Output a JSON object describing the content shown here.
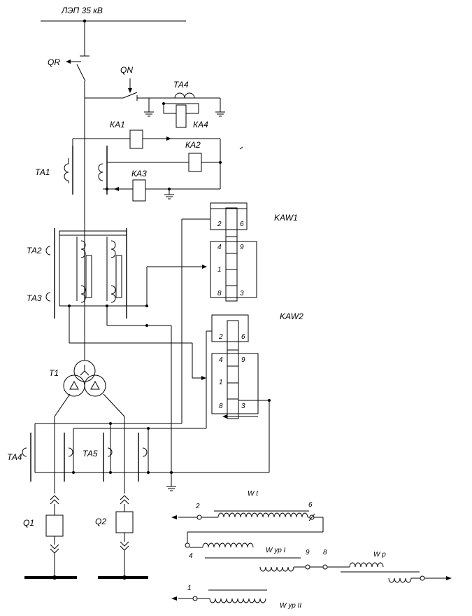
{
  "labels": {
    "line": "ЛЭП 35 кВ",
    "qr": "QR",
    "qn": "QN",
    "ta4_top": "ТА4",
    "ka4": "КА4",
    "ka1": "КА1",
    "ka2": "КА2",
    "ka3": "КА3",
    "ta1": "ТА1",
    "ta2": "ТА2",
    "ta3": "ТА3",
    "kaw1": "KAW1",
    "kaw2": "KAW2",
    "t1": "Т1",
    "ta4_bottom": "ТА4",
    "ta5": "ТА5",
    "q1": "Q1",
    "q2": "Q2"
  },
  "kaw1_pins": {
    "p2": "2",
    "p6": "6",
    "p4": "4",
    "p9": "9",
    "p1": "1",
    "p8": "8",
    "p3": "3"
  },
  "kaw2_pins": {
    "p2": "2",
    "p6": "6",
    "p4": "4",
    "p9": "9",
    "p1": "1",
    "p8": "8",
    "p3": "3"
  },
  "windings": {
    "wt": "W t",
    "wyp1": "W ур I",
    "wp": "W р",
    "wyp2": "W ур II",
    "t2": "2",
    "t6": "6",
    "t4": "4",
    "t9": "9",
    "t8": "8",
    "t1": "1"
  }
}
